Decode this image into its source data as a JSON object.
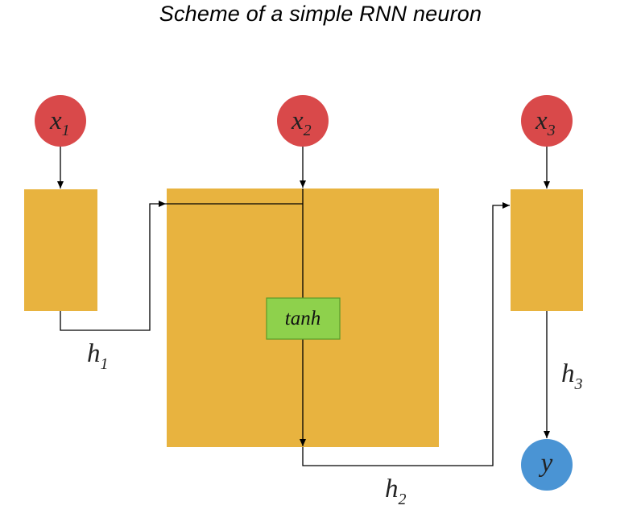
{
  "title": "Scheme of a simple RNN neuron",
  "inputs": [
    {
      "label": "x",
      "sub": "1"
    },
    {
      "label": "x",
      "sub": "2"
    },
    {
      "label": "x",
      "sub": "3"
    }
  ],
  "output": {
    "label": "y"
  },
  "activation": "tanh",
  "hidden_states": [
    {
      "label": "h",
      "sub": "1"
    },
    {
      "label": "h",
      "sub": "2"
    },
    {
      "label": "h",
      "sub": "3"
    }
  ],
  "colors": {
    "input_node": "#d9494a",
    "output_node": "#4a94d4",
    "cell": "#e8b33f",
    "activation_box": "#8ed14c",
    "activation_border": "#5a9a2a",
    "line": "#000000"
  }
}
